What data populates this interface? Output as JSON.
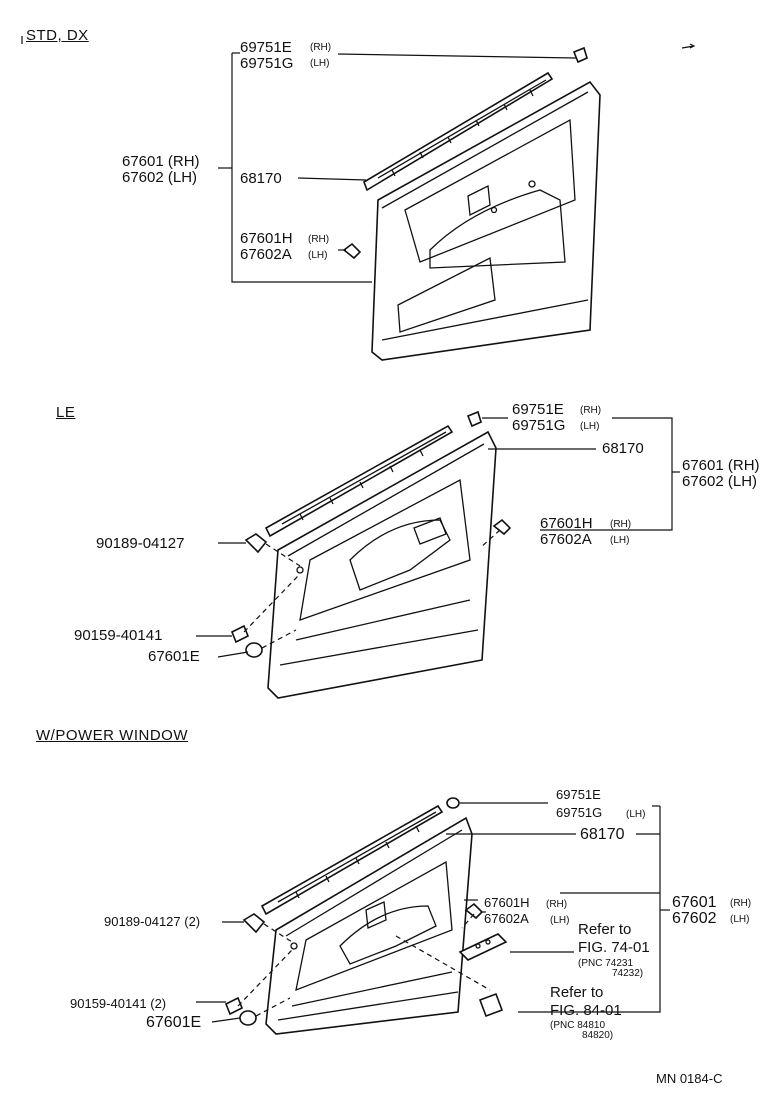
{
  "sections": {
    "std": {
      "title": "STD, DX",
      "labels": {
        "clip_e_rh": "69751E",
        "rh_small_1": "(RH)",
        "clip_g_lh": "69751G",
        "lh_small_1": "(LH)",
        "board_rh": "67601 (RH)",
        "board_lh": "67602 (LH)",
        "weatherstrip": "68170",
        "h_rh": "67601H",
        "rh_small_2": "(RH)",
        "a_lh": "67602A",
        "lh_small_2": "(LH)"
      }
    },
    "le": {
      "title": "LE",
      "labels": {
        "clip_e_rh": "69751E",
        "rh_small_1": "(RH)",
        "clip_g_lh": "69751G",
        "lh_small_1": "(LH)",
        "weatherstrip": "68170",
        "board_rh": "67601 (RH)",
        "board_lh": "67602 (LH)",
        "h_rh": "67601H",
        "rh_small_2": "(RH)",
        "a_lh": "67602A",
        "lh_small_2": "(LH)",
        "screw_a": "90189-04127",
        "screw_b": "90159-40141",
        "cap": "67601E"
      }
    },
    "pw": {
      "title": "W/POWER WINDOW",
      "labels": {
        "clip_e": "69751E",
        "clip_g_lh": "69751G",
        "lh_small_1": "(LH)",
        "weatherstrip": "68170",
        "h_rh": "67601H",
        "rh_small_2": "(RH)",
        "a_lh": "67602A",
        "lh_small_2": "(LH)",
        "board_rh": "67601",
        "rh_small_3": "(RH)",
        "board_lh": "67602",
        "lh_small_3": "(LH)",
        "screw_a": "90189-04127 (2)",
        "screw_b": "90159-40141 (2)",
        "cap": "67601E",
        "ref1_a": "Refer to",
        "ref1_b": "FIG. 74-01",
        "ref1_c": "(PNC 74231",
        "ref1_d": "74232)",
        "ref2_a": "Refer to",
        "ref2_b": "FIG. 84-01",
        "ref2_c": "(PNC 84810",
        "ref2_d": "84820)"
      }
    }
  },
  "footer": {
    "code": "MN  0184-C"
  }
}
